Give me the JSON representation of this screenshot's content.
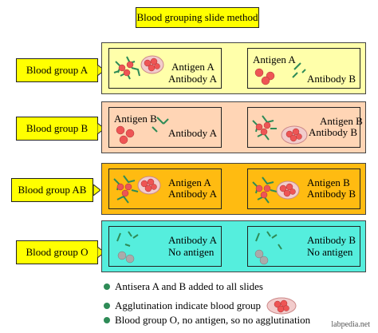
{
  "title": "Blood grouping slide method",
  "colors": {
    "row_a": "#ffffaa",
    "row_b": "#ffd5b5",
    "row_ab": "#ffbb11",
    "row_o": "#55eedd",
    "label": "#ffff00",
    "antigen": "#ee5555",
    "antibody": "#2e8b57",
    "no_antigen": "#aaaaaa",
    "clump_bg": "#f2cccc"
  },
  "rows": [
    {
      "label": "Blood group A",
      "left": {
        "lines": [
          "Antigen A",
          "Antibody A"
        ]
      },
      "right": {
        "lines": [
          "Antigen A",
          "Antibody B"
        ]
      }
    },
    {
      "label": "Blood group B",
      "left": {
        "lines": [
          "Antigen B",
          "Antibody A"
        ]
      },
      "right": {
        "lines": [
          "Antigen B",
          "Antibody B"
        ]
      }
    },
    {
      "label": "Blood group AB",
      "left": {
        "lines": [
          "Antigen A",
          "Antibody A"
        ]
      },
      "right": {
        "lines": [
          "Antigen B",
          "Antibody B"
        ]
      }
    },
    {
      "label": "Blood group O",
      "left": {
        "lines": [
          "Antibody A",
          "No antigen"
        ]
      },
      "right": {
        "lines": [
          "Antibody B",
          "No antigen"
        ]
      }
    }
  ],
  "legend": [
    "Antisera A and B added to all slides",
    "Agglutination indicate blood group",
    "Blood group O, no antigen, so no agglutination"
  ],
  "credit": "labpedia.net"
}
